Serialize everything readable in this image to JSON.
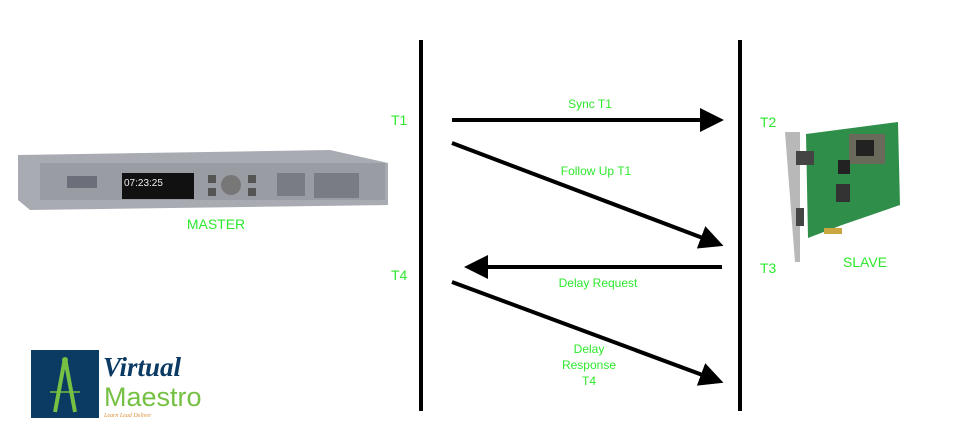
{
  "master": {
    "label": "MASTER",
    "display_time": "07:23:25"
  },
  "slave": {
    "label": "SLAVE"
  },
  "timestamps": {
    "t1": "T1",
    "t2": "T2",
    "t3": "T3",
    "t4": "T4"
  },
  "messages": {
    "sync": "Sync T1",
    "follow_up": "Follow Up T1",
    "delay_request": "Delay Request",
    "delay_response_line1": "Delay",
    "delay_response_line2": "Response",
    "delay_response_line3": "T4"
  },
  "logo": {
    "line1": "Virtual",
    "line2": "Maestro",
    "tagline": "Learn  Lead  Deliver"
  },
  "colors": {
    "label": "#2ee82e",
    "line": "#000000",
    "logo_blue": "#0b3a63",
    "logo_green": "#76c043"
  }
}
